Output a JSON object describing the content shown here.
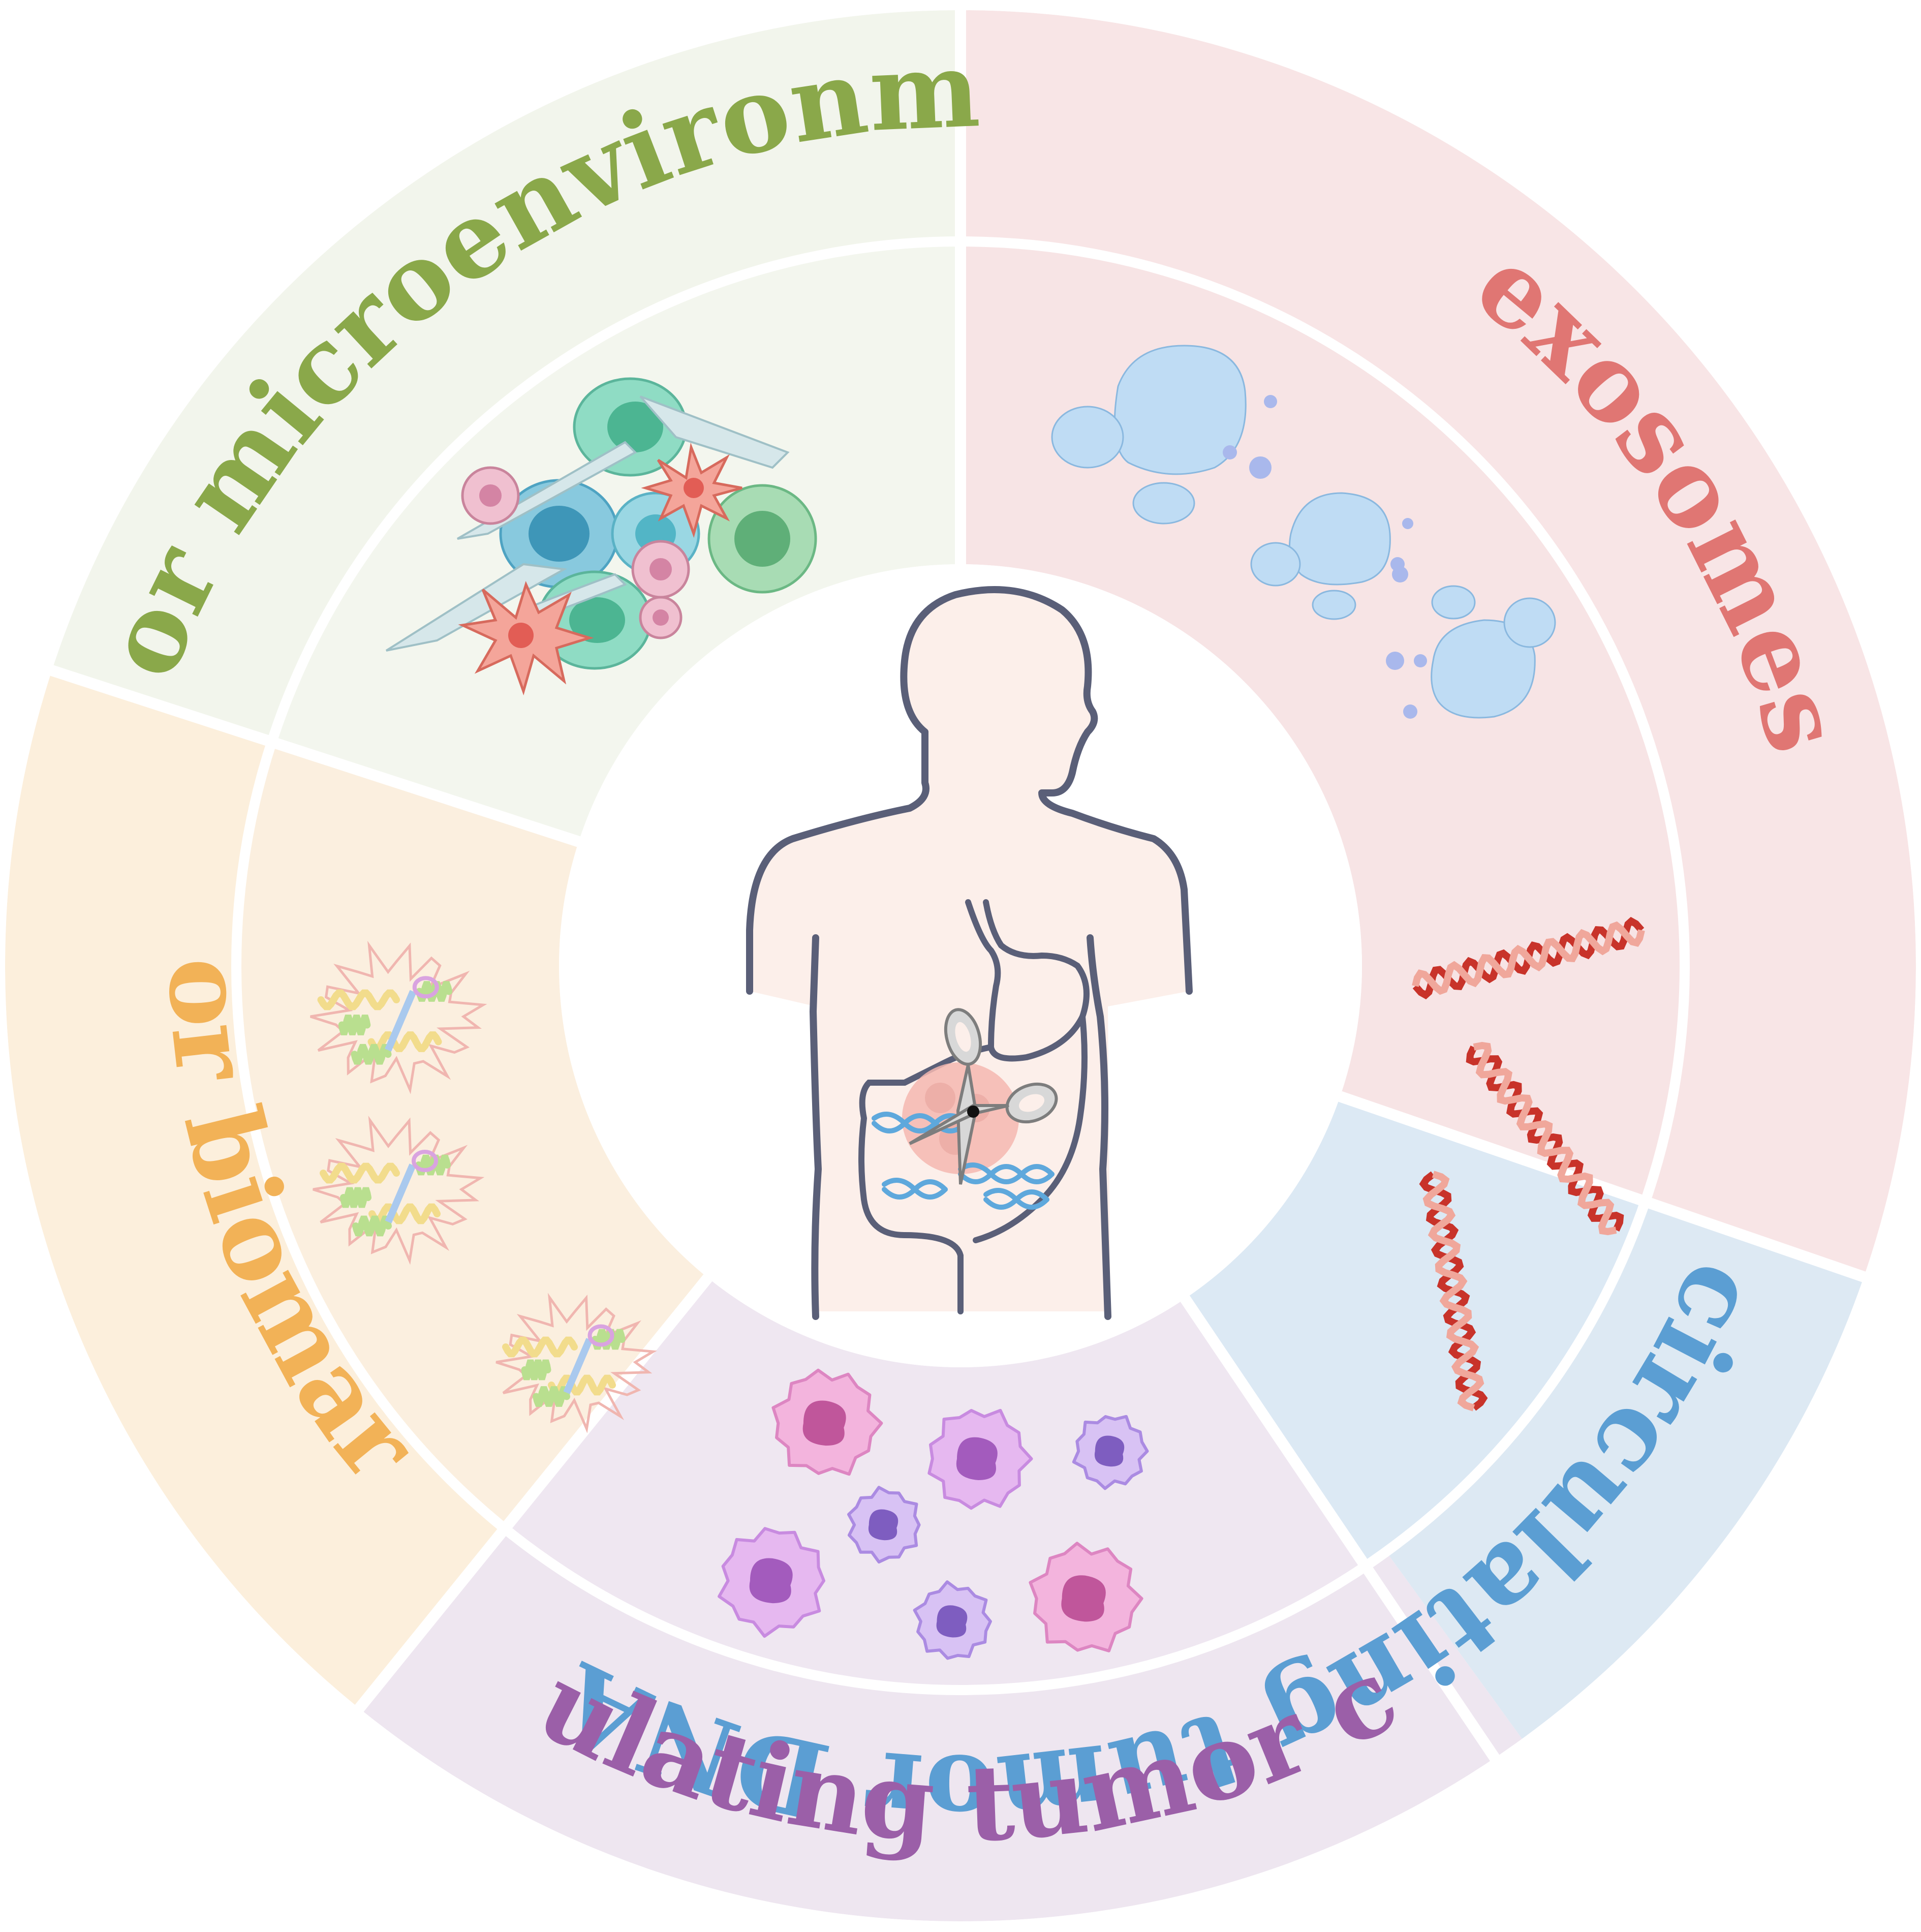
{
  "segments": [
    {
      "id": "tumor-microenvironment",
      "label": "tumor microenvironment",
      "outer_color": "#f2f5ec",
      "inner_color": "#f3f6ee",
      "text_color": "#8aa84a"
    },
    {
      "id": "exosomes",
      "label": "exosomes",
      "outer_color": "#f8e5e6",
      "inner_color": "#f7e4e5",
      "text_color": "#e07673"
    },
    {
      "id": "circulating-tumor-dna",
      "label": "circulating tumor DNA",
      "outer_color": "#dde9f3",
      "inner_color": "#dce9f4",
      "text_color": "#5b9ed3"
    },
    {
      "id": "circulating-tumor-cells",
      "label": "circulating tumor cells",
      "outer_color": "#eee6f0",
      "inner_color": "#efe7f1",
      "text_color": "#9b5fa8"
    },
    {
      "id": "tumor-biomarkers",
      "label": "tumor biomarkers",
      "outer_color": "#fcefdc",
      "inner_color": "#fbefdf",
      "text_color": "#f2b257"
    }
  ],
  "center": {
    "icon": "human-body-with-tumor-and-scissors-icon",
    "outline_color": "#5a5f78",
    "body_fill": "#fbeeea"
  }
}
